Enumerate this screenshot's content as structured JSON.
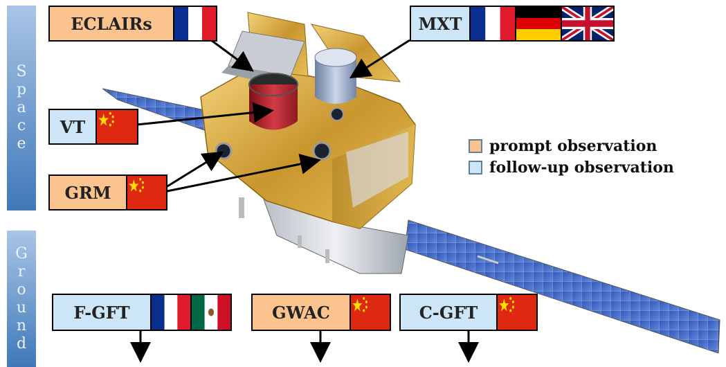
{
  "sidebar": {
    "space": [
      "S",
      "p",
      "a",
      "c",
      "e"
    ],
    "ground": [
      "G",
      "r",
      "o",
      "u",
      "n",
      "d"
    ]
  },
  "instruments": {
    "eclairs": "ECLAIRs",
    "mxt": "MXT",
    "vt": "VT",
    "grm": "GRM",
    "fgft": "F-GFT",
    "gwac": "GWAC",
    "cgft": "C-GFT"
  },
  "legend": {
    "prompt": "prompt observation",
    "followup": "follow-up observation"
  },
  "colors": {
    "prompt": "#fbc48f",
    "followup": "#cde6f7",
    "sidebar": "#5a8cc6"
  },
  "flags": {
    "eclairs": [
      "france-flag"
    ],
    "mxt": [
      "france-flag",
      "germany-flag",
      "uk-flag"
    ],
    "vt": [
      "china-flag"
    ],
    "grm": [
      "china-flag"
    ],
    "fgft": [
      "france-flag",
      "mexico-flag"
    ],
    "gwac": [
      "china-flag"
    ],
    "cgft": [
      "china-flag"
    ]
  }
}
